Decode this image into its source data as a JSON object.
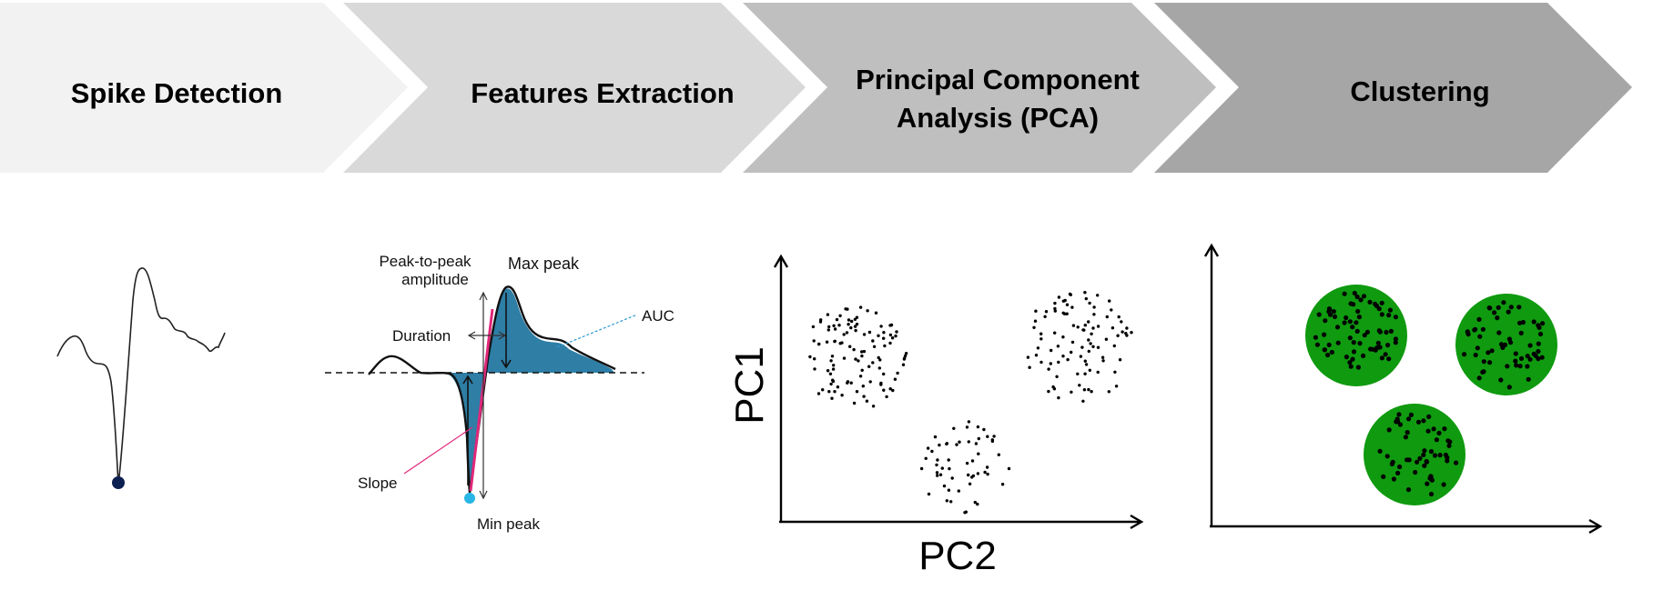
{
  "steps": [
    {
      "title_lines": [
        "Spike Detection"
      ],
      "fill": "#f2f2f2"
    },
    {
      "title_lines": [
        "Features Extraction"
      ],
      "fill": "#d9d9d9"
    },
    {
      "title_lines": [
        "Principal Component",
        "Analysis (PCA)"
      ],
      "fill": "#bfbfbf"
    },
    {
      "title_lines": [
        "Clustering"
      ],
      "fill": "#a6a6a6"
    }
  ],
  "features": {
    "peak_to_peak_1": "Peak-to-peak",
    "peak_to_peak_2": "amplitude",
    "max_peak": "Max peak",
    "auc": "AUC",
    "duration": "Duration",
    "slope": "Slope",
    "min_peak": "Min peak",
    "area_color": "#2e7ea6",
    "slope_color": "#e0287a",
    "min_point_color": "#29b6e6"
  },
  "spike": {
    "min_point_color": "#0b2050"
  },
  "pca": {
    "xlabel": "PC2",
    "ylabel": "PC1"
  },
  "clustering": {
    "cluster_color": "#0f9a0f"
  }
}
